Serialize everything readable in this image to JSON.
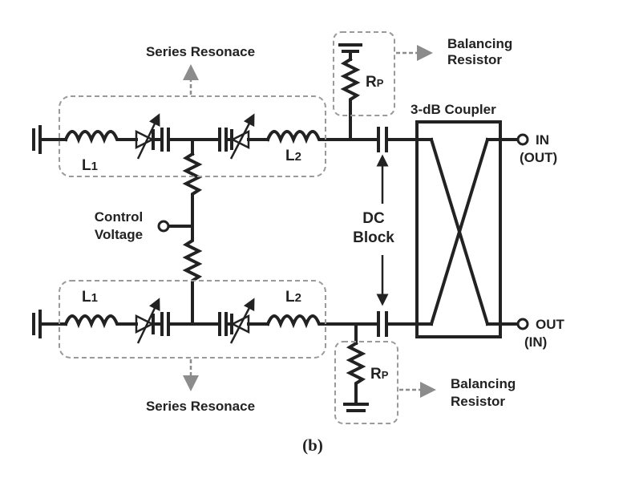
{
  "labels": {
    "series_resonance_top": "Series Resonace",
    "series_resonance_bottom": "Series Resonace",
    "balancing_top_line1": "Balancing",
    "balancing_top_line2": "Resistor",
    "balancing_bottom_line1": "Balancing",
    "balancing_bottom_line2": "Resistor",
    "rp_top": "R",
    "rp_top_sub": "P",
    "rp_bottom": "R",
    "rp_bottom_sub": "P",
    "coupler": "3-dB Coupler",
    "in_top": "IN",
    "in_top_alt": "(OUT)",
    "out_bottom": "OUT",
    "out_bottom_alt": "(IN)",
    "l1_top": "L",
    "l1_top_sub": "1",
    "l2_top": "L",
    "l2_top_sub": "2",
    "l1_bottom": "L",
    "l1_bottom_sub": "1",
    "l2_bottom": "L",
    "l2_bottom_sub": "2",
    "control_line1": "Control",
    "control_line2": "Voltage",
    "dc_line1": "DC",
    "dc_line2": "Block",
    "caption": "(b)"
  },
  "colors": {
    "wire": "#222222",
    "dashed_box": "#9a9a9a",
    "gray_arrow": "#8c8c8c"
  }
}
